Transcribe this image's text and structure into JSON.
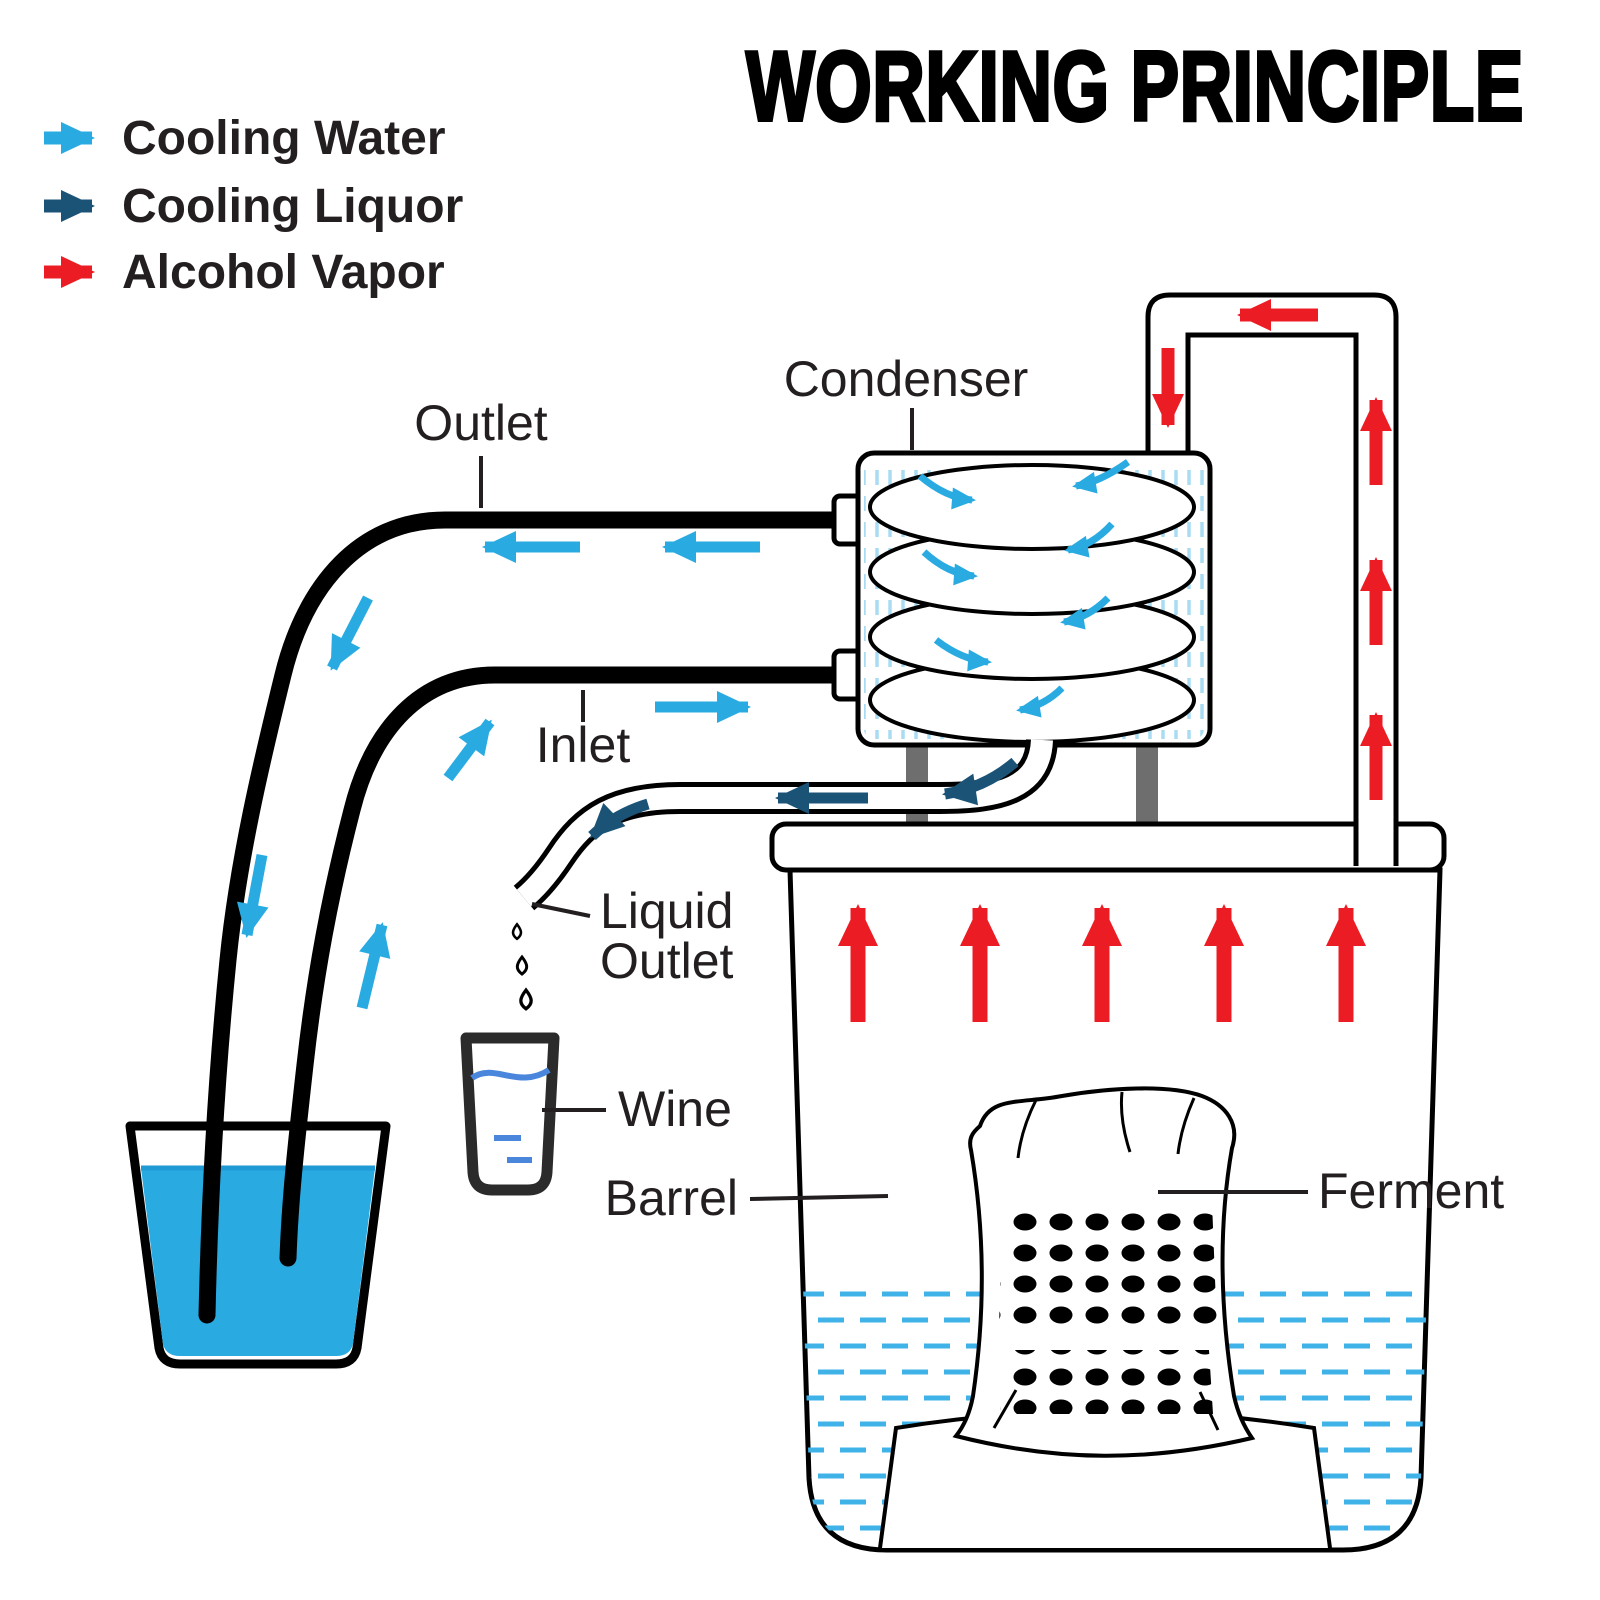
{
  "title": "WORKING PRINCIPLE",
  "legend": {
    "items": [
      {
        "label": "Cooling Water",
        "color": "#29ABE2"
      },
      {
        "label": "Cooling Liquor",
        "color": "#1B5377"
      },
      {
        "label": "Alcohol Vapor",
        "color": "#EC1C24"
      }
    ]
  },
  "labels": {
    "condenser": "Condenser",
    "outlet": "Outlet",
    "inlet": "Inlet",
    "liquid_outlet": [
      "Liquid",
      "Outlet"
    ],
    "wine": "Wine",
    "barrel": "Barrel",
    "ferment": "Ferment"
  },
  "colors": {
    "cooling_water": "#29ABE2",
    "cooling_liquor": "#1B5377",
    "alcohol_vapor": "#EC1C24",
    "bucket_water": "#29ABE2",
    "condenser_hatch": "#A9DCF2",
    "support_grey": "#6E6E6E",
    "outline": "#000000",
    "text": "#231F20"
  }
}
